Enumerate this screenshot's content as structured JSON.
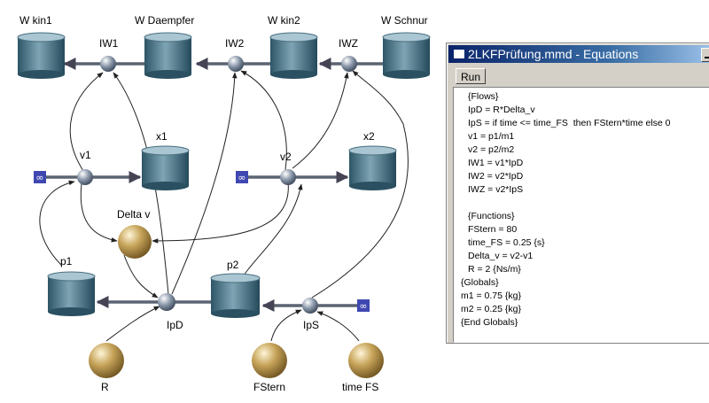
{
  "diagram": {
    "stocks": {
      "w_kin1": "W kin1",
      "w_daempfer": "W Daempfer",
      "w_kin2": "W kin2",
      "w_schnur": "W Schnur",
      "x1": "x1",
      "x2": "x2",
      "p1": "p1",
      "p2": "p2"
    },
    "flows": {
      "iw1": "IW1",
      "iw2": "IW2",
      "iwz": "IWZ",
      "v1": "v1",
      "v2": "v2",
      "ipd": "IpD",
      "ips": "IpS"
    },
    "constants": {
      "delta_v": "Delta v",
      "r": "R",
      "fstern": "FStern",
      "time_fs": "time FS"
    },
    "source_symbol": "∞"
  },
  "window": {
    "title": "2LKFPrüfung.mmd - Equations",
    "run_label": "Run",
    "lines": [
      "{Flows}",
      "IpD = R*Delta_v",
      "IpS = if time <= time_FS  then FStern*time else 0",
      "v1 = p1/m1",
      "v2 = p2/m2",
      "IW1 = v1*IpD",
      "IW2 = v2*IpD",
      "IWZ = v2*IpS",
      "",
      "{Functions}",
      "FStern = 80",
      "time_FS = 0.25 {s}",
      "Delta_v = v2-v1",
      "R = 2 {Ns/m}",
      "{Globals}",
      "m1 = 0.75 {kg}",
      "m2 = 0.25 {kg}",
      "{End Globals}"
    ]
  },
  "colors": {
    "stock": "#4f7d90",
    "flow_node": "#6a7a8e",
    "constant": "#b08a3e",
    "source": "#3f48b0",
    "titlebar": "#0a246a"
  }
}
